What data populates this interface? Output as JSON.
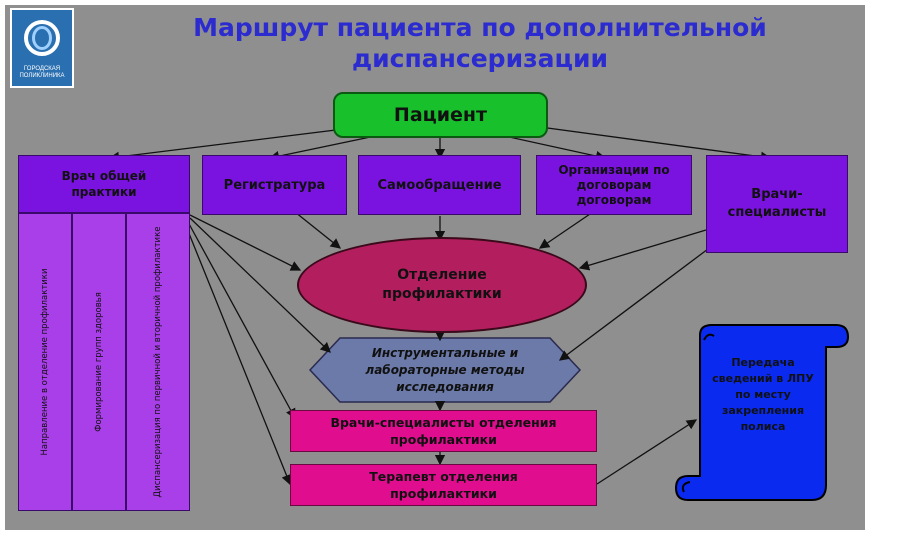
{
  "title": {
    "line1": "Маршрут пациента по дополнительной",
    "line2": "диспансеризации"
  },
  "logo": {
    "caption": "ГОРОДСКАЯ ПОЛИКЛИНИКА"
  },
  "nodes": {
    "patient": "Пациент",
    "gp": "Врач общей практики",
    "registry": "Регистратура",
    "self_referral": "Самообращение",
    "organizations": "Организации по договорам договорам",
    "specialists": "Врачи-специалисты",
    "prevention_dept": "Отделение профилактики",
    "methods": "Инструментальные и лабораторные методы исследования",
    "dept_specialists": "Врачи-специалисты отделения профилактики",
    "dept_therapist": "Терапевт отделения профилактики",
    "transfer": "Передача сведений в ЛПУ по месту закрепления полиса"
  },
  "gp_columns": [
    "Направление в отделение профилактики",
    "Формирование групп здоровья",
    "Диспансеризация по первичной и вторичной профилактике"
  ],
  "colors": {
    "background": "#8f8f8f",
    "title": "#2b2bd0",
    "patient": "#18c02c",
    "purple_box": "#7b13e0",
    "ellipse": "#b31e5e",
    "hexagon": "#6b7aa8",
    "magenta_box": "#e00e8e",
    "scroll": "#0b2af0"
  }
}
